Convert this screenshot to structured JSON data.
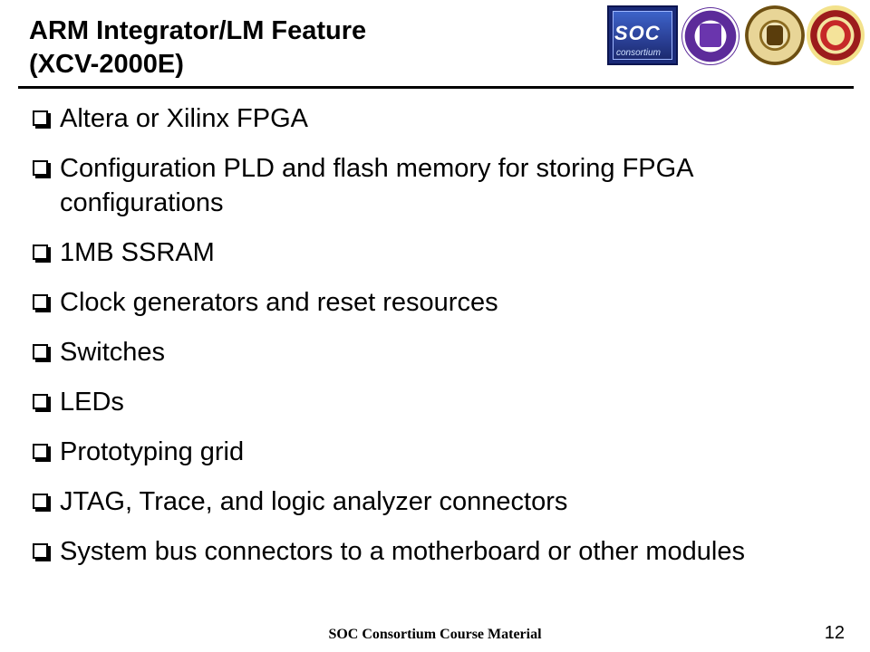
{
  "slide": {
    "title_line1": "ARM Integrator/LM Feature",
    "title_line2": "(XCV-2000E)",
    "bullets": [
      "Altera or Xilinx FPGA",
      "Configuration PLD and flash memory for storing FPGA configurations",
      "1MB SSRAM",
      "Clock generators and reset resources",
      "Switches",
      "LEDs",
      "Prototyping grid",
      "JTAG, Trace, and logic analyzer connectors",
      "System bus connectors to a motherboard or other modules"
    ],
    "footer": "SOC Consortium Course Material",
    "page_number": "12"
  },
  "logos": {
    "soc_word": "SOC",
    "soc_sub": "consortium",
    "icons": [
      "soc-consortium-logo-icon",
      "university-seal-purple-icon",
      "university-seal-gold-icon",
      "university-seal-red-icon"
    ]
  },
  "colors": {
    "text": "#000000",
    "background": "#ffffff",
    "soc_blue": "#1a2a78",
    "seal_purple": "#5c2b9a",
    "seal_gold": "#8b6a1f",
    "seal_red": "#c62828"
  }
}
